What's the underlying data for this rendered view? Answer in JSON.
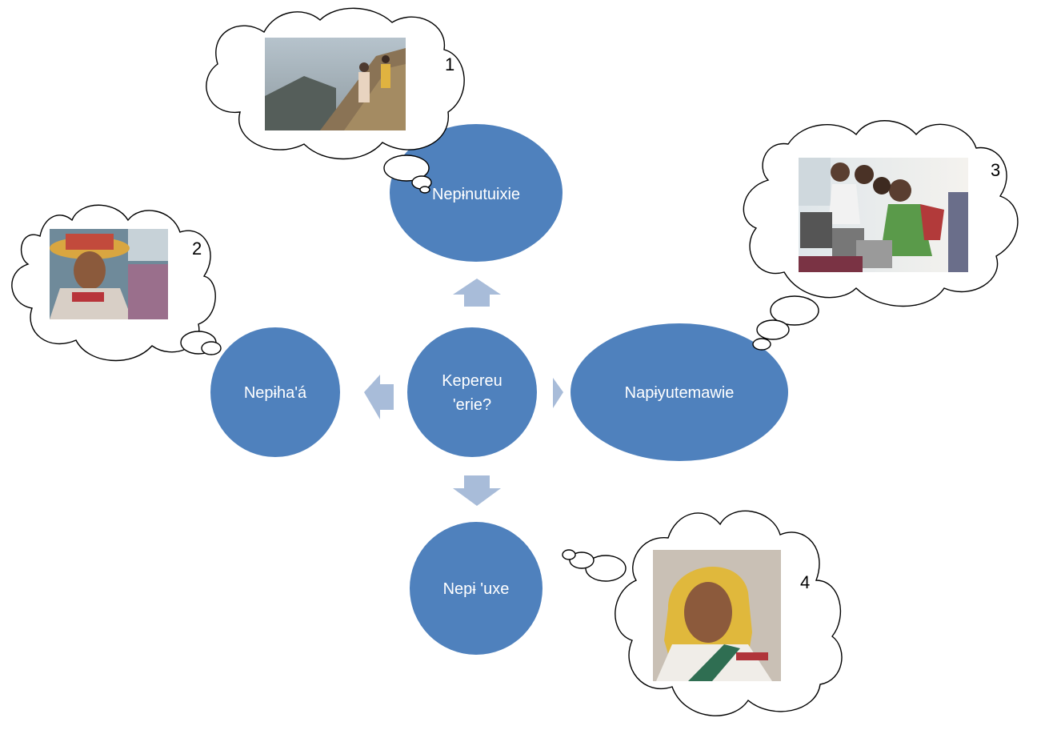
{
  "diagram": {
    "center": {
      "lines": [
        "Kepereu",
        "'erie?"
      ]
    },
    "nodes": {
      "top": "Nepɨnutuixie",
      "left": "Nepɨha'á",
      "right": "Napɨyutemawie",
      "bottom": "Nepɨ 'uxe"
    },
    "callouts": [
      "1",
      "2",
      "3",
      "4"
    ],
    "photos": {
      "1": "mountain-trail-photo",
      "2": "man-in-traditional-hat-photo",
      "3": "students-at-laptops-photo",
      "4": "woman-with-headscarf-photo"
    }
  },
  "colors": {
    "node": "#4f81bd",
    "arrow": "#a8bcd9",
    "cloud_fill": "#ffffff",
    "cloud_stroke": "#000000"
  }
}
